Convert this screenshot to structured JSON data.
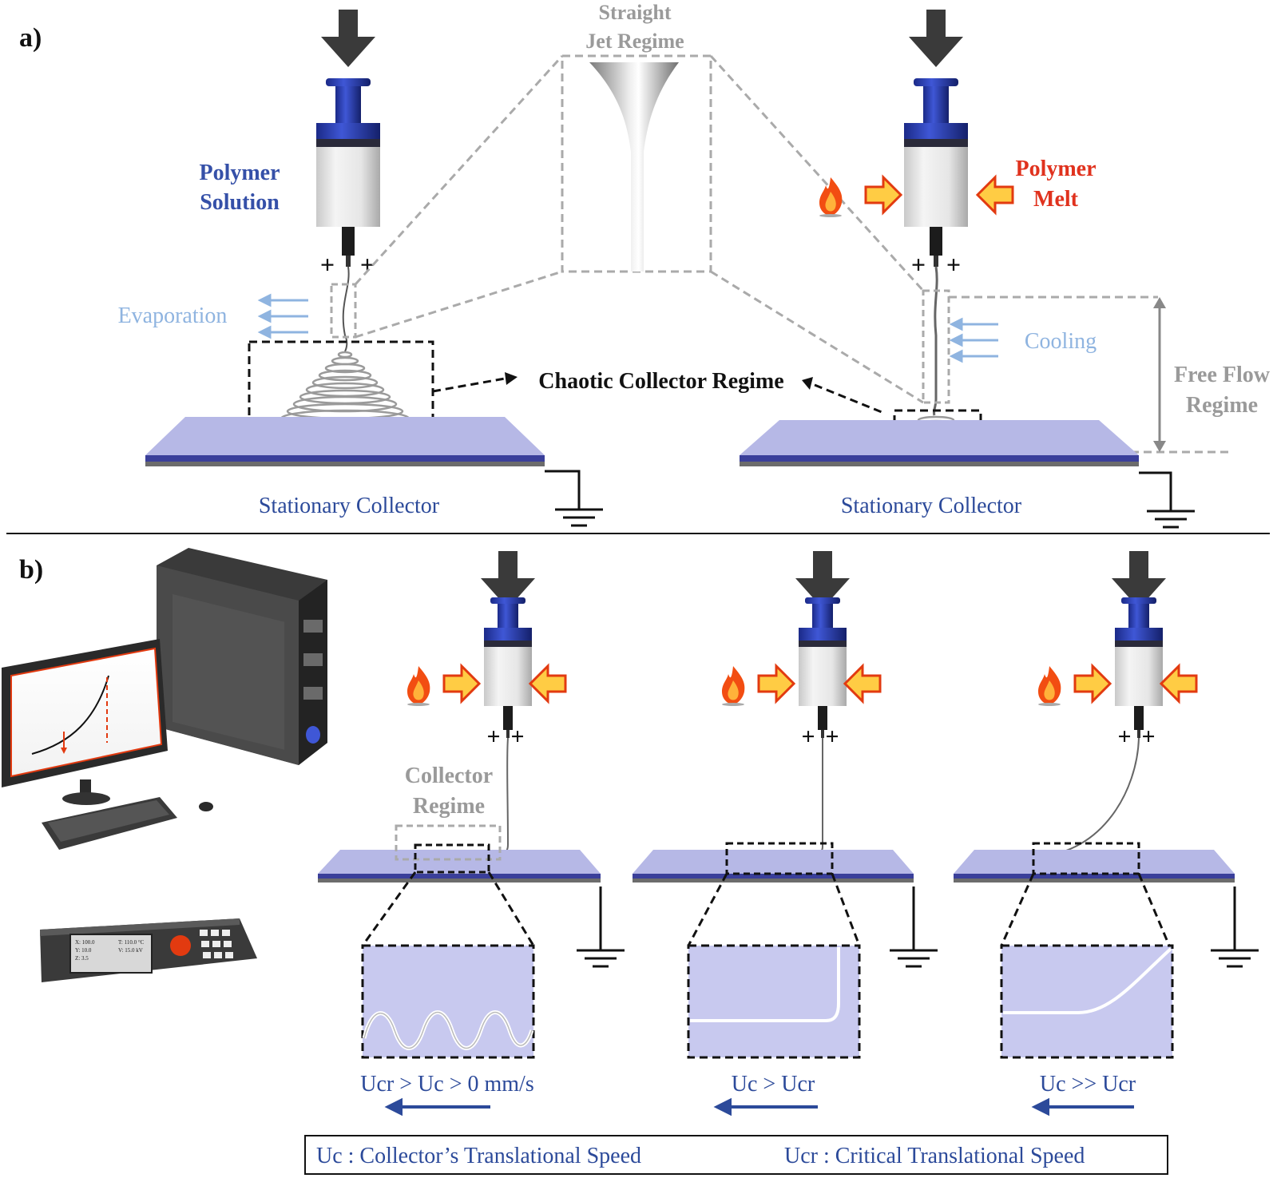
{
  "panel_a": {
    "label": "a)",
    "straight_jet_line1": "Straight",
    "straight_jet_line2": "Jet Regime",
    "polymer_solution_line1": "Polymer",
    "polymer_solution_line2": "Solution",
    "polymer_melt_line1": "Polymer",
    "polymer_melt_line2": "Melt",
    "evaporation": "Evaporation",
    "cooling": "Cooling",
    "chaotic": "Chaotic Collector Regime",
    "free_flow_line1": "Free Flow",
    "free_flow_line2": "Regime",
    "stationary_left": "Stationary Collector",
    "stationary_right": "Stationary Collector",
    "plus": "+"
  },
  "panel_b": {
    "label": "b)",
    "collector_regime_line1": "Collector",
    "collector_regime_line2": "Regime",
    "speed1": "Ucr > Uc > 0 mm/s",
    "speed2": "Uc > Ucr",
    "speed3": "Uc >> Ucr",
    "controller": {
      "x": "X:  100.0",
      "y": "Y:    10.0",
      "z": "Z:    3.5",
      "t": "T: 110.0 °C",
      "v": "V:  15.0 kV"
    }
  },
  "legend": {
    "uc": "Uc : Collector’s Translational Speed",
    "ucr": "Ucr : Critical Translational Speed"
  },
  "colors": {
    "blue_text": "#3550a8",
    "light_blue": "#8fb4e0",
    "red_text": "#e0321e",
    "gray_text": "#9a9a9a",
    "plate": "#b6b8e6",
    "plate_edge": "#3a3f9a"
  }
}
